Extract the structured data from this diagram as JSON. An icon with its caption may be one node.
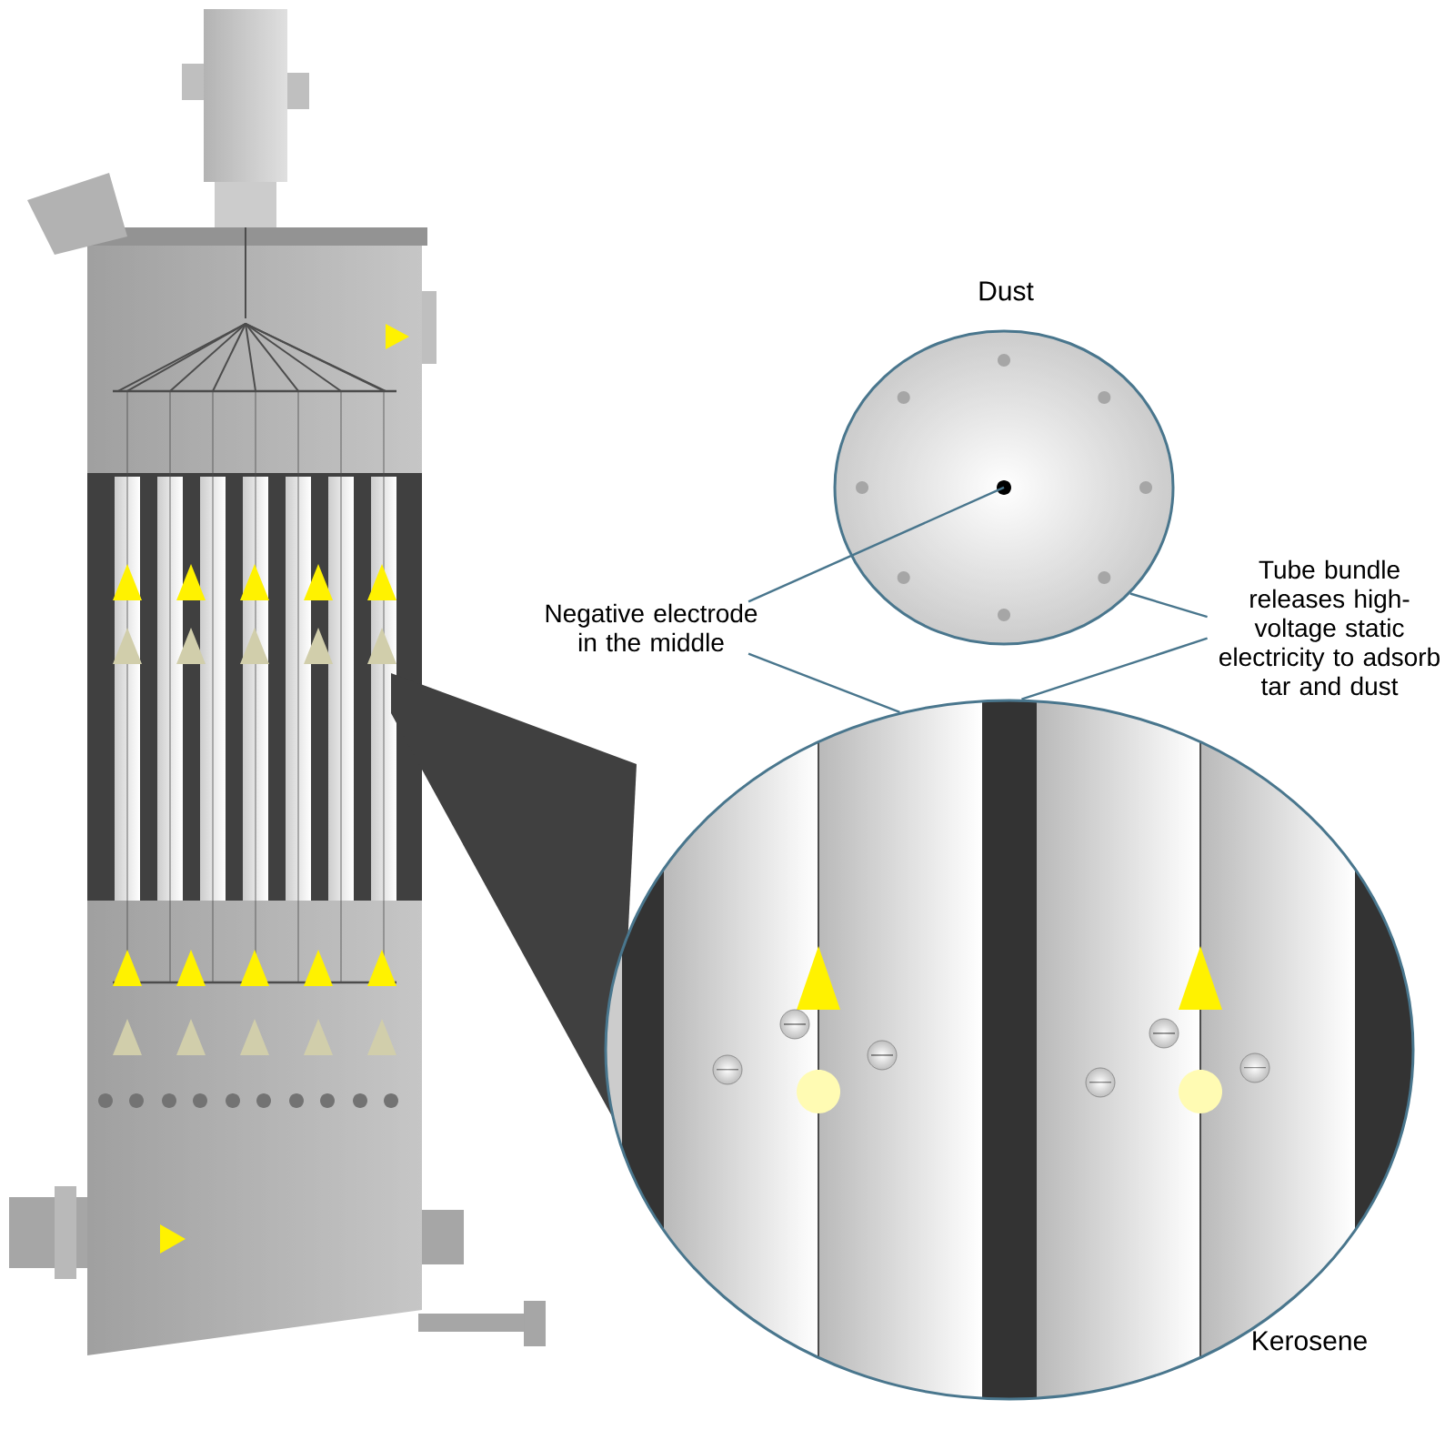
{
  "diagram": {
    "nodes": [
      {
        "text": [
          "Negative electrode in the middle"
        ]
      },
      {
        "text": [
          "Tube bundle releases high-voltage static electricity to adsorb tar and dust"
        ]
      },
      {
        "text": [],
        "shape": "circle"
      },
      {
        "text": [],
        "shape": "circle"
      }
    ],
    "edges": [
      {
        "from": 0,
        "to": 2,
        "arrow": "none"
      },
      {
        "from": 0,
        "to": 3,
        "arrow": "none"
      },
      {
        "from": 1,
        "to": 2,
        "arrow": "none"
      },
      {
        "from": 1,
        "to": 3,
        "arrow": "none"
      }
    ],
    "labels": [
      "Dust",
      "Kerosene"
    ]
  }
}
